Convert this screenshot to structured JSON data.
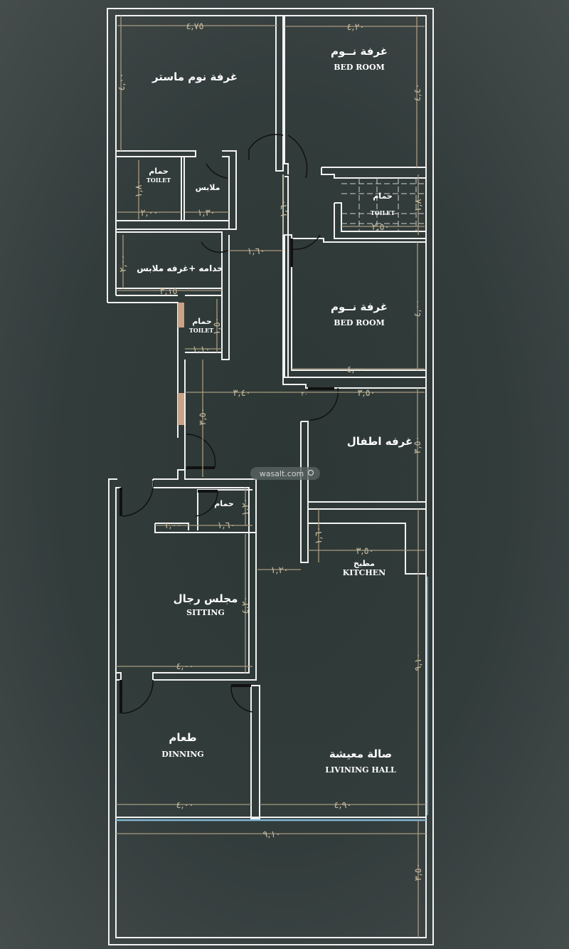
{
  "rooms": {
    "master_bedroom": {
      "ar": "غرفة نوم ماستر"
    },
    "bedroom1": {
      "ar": "غرفة نــوم",
      "en": "BED ROOM"
    },
    "toilet1": {
      "ar": "حمام",
      "en": "TOILET"
    },
    "wardrobe": {
      "ar": "ملابس"
    },
    "toilet2": {
      "ar": "حمام",
      "en": "TOILET"
    },
    "maid_room": {
      "ar": "خدامه +غرفه ملابس"
    },
    "toilet3": {
      "ar": "حمام",
      "en": "TOILET"
    },
    "bedroom2": {
      "ar": "غرفة نــوم",
      "en": "BED ROOM"
    },
    "kids_room": {
      "ar": "غرفه اطفال"
    },
    "toilet4": {
      "ar": "حمام"
    },
    "kitchen": {
      "ar": "مطبخ",
      "en": "KITCHEN"
    },
    "sitting": {
      "ar": "مجلس رجال",
      "en": "SITTING"
    },
    "dining": {
      "ar": "طعام",
      "en": "DINNING"
    },
    "living": {
      "ar": "صالة معيشة",
      "en": "LIVINING  HALL"
    }
  },
  "dimensions": {
    "master_w": "٤,٧٥",
    "master_h": "٤,٠٠",
    "bed1_w": "٤,٢٠",
    "bed1_h": "٤,٤٠",
    "toilet1_h": "١,٨٠",
    "toilet1_w": "٢,٠٠",
    "wardrobe_w": "١,٣٠",
    "corridor1": "١,٦٠",
    "toilet2_h": "١,٨٠",
    "toilet2_w": "٢,٥٠",
    "corridor2": "١,٦٠",
    "maid_h": "٢,٠٠",
    "maid_w": "٣,١٥",
    "toilet3_h": "١,٥٠",
    "toilet3_w": "١,١٠",
    "bed2_h": "٤,٠٠",
    "bed2_w": "٤,٠٠",
    "hall_w1": "٣,٤٠",
    "hall_gap": "٢٠",
    "kids_w": "٣,٥٠",
    "kids_h": "٣,٥٠",
    "corridor_h": "٣,٥٠",
    "toilet4_a": "١,٠٠",
    "toilet4_w": "١,٦٠",
    "toilet4_h": "١,٢٠",
    "kitchen_h": "١,٦٠",
    "kitchen_w": "٣,٥٠",
    "passage": "١,٢٠",
    "sitting_h": "٤,٢٠",
    "sitting_w": "٤,٠٠",
    "living_h": "٩,١٠",
    "dining_w": "٤,٠٠",
    "living_w": "٤,٩٠",
    "total_w": "٩,١٠",
    "front_h": "٣,٥٠"
  },
  "watermark": "wasalt.com"
}
